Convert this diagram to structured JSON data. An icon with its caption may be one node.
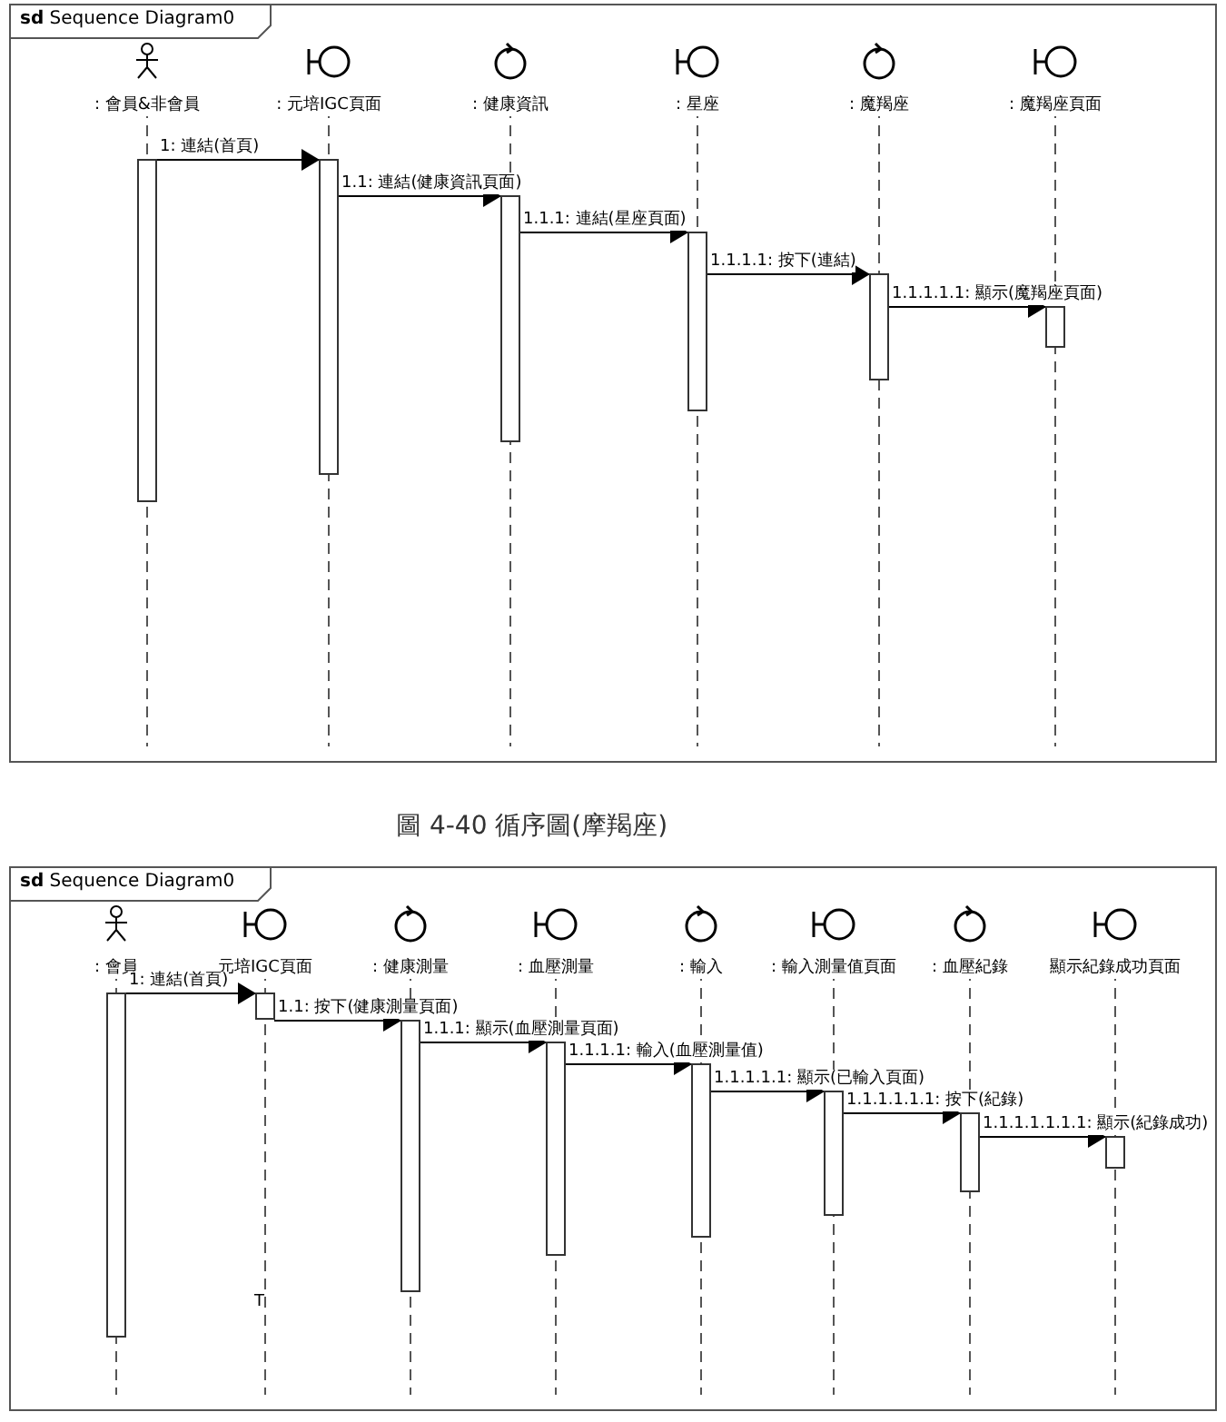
{
  "diagram": {
    "caption": "圖 4-40 循序圖(摩羯座)",
    "nodes": [
      {
        "text": [
          "**sd** Sequence Diagram0"
        ]
      },
      {
        "text": [
          ": 會員&非會員"
        ],
        "in": 0
      },
      {
        "text": [
          ": 元培IGC頁面"
        ],
        "in": 0
      },
      {
        "text": [
          ": 健康資訊"
        ],
        "in": 0
      },
      {
        "text": [
          ": 星座"
        ],
        "in": 0
      },
      {
        "text": [
          ": 魔羯座"
        ],
        "in": 0
      },
      {
        "text": [
          ": 魔羯座頁面"
        ],
        "in": 0
      },
      {
        "text": [
          "**sd** Sequence Diagram0"
        ]
      },
      {
        "text": [
          ": 會員"
        ],
        "in": 7
      },
      {
        "text": [
          "元培IGC頁面"
        ],
        "in": 7
      },
      {
        "text": [
          ": 健康測量"
        ],
        "in": 7
      },
      {
        "text": [
          ": 血壓測量"
        ],
        "in": 7
      },
      {
        "text": [
          ": 輸入"
        ],
        "in": 7
      },
      {
        "text": [
          ": 輸入測量值頁面"
        ],
        "in": 7
      },
      {
        "text": [
          ": 血壓紀錄"
        ],
        "in": 7
      },
      {
        "text": [
          "顯示紀錄成功頁面"
        ],
        "in": 7
      }
    ],
    "edges": [
      {
        "from": 1,
        "to": 2,
        "arrow": "to",
        "label": "1: 連結(首頁)"
      },
      {
        "from": 2,
        "to": 3,
        "arrow": "to",
        "label": "1.1: 連結(健康資訊頁面)"
      },
      {
        "from": 3,
        "to": 4,
        "arrow": "to",
        "label": "1.1.1: 連結(星座頁面)"
      },
      {
        "from": 4,
        "to": 5,
        "arrow": "to",
        "label": "1.1.1.1: 按下(連結)"
      },
      {
        "from": 5,
        "to": 6,
        "arrow": "to",
        "label": "1.1.1.1.1: 顯示(魔羯座頁面)"
      },
      {
        "from": 8,
        "to": 9,
        "arrow": "to",
        "label": "1: 連結(首頁)"
      },
      {
        "from": 9,
        "to": 10,
        "arrow": "to",
        "label": "1.1: 按下(健康測量頁面)"
      },
      {
        "from": 10,
        "to": 11,
        "arrow": "to",
        "label": "1.1.1: 顯示(血壓測量頁面)"
      },
      {
        "from": 11,
        "to": 12,
        "arrow": "to",
        "label": "1.1.1.1: 輸入(血壓測量值)"
      },
      {
        "from": 12,
        "to": 13,
        "arrow": "to",
        "label": "1.1.1.1.1: 顯示(已輸入頁面)"
      },
      {
        "from": 13,
        "to": 14,
        "arrow": "to",
        "label": "1.1.1.1.1.1: 按下(紀錄)"
      },
      {
        "from": 14,
        "to": 15,
        "arrow": "to",
        "label": "1.1.1.1.1.1.1: 顯示(紀錄成功)"
      }
    ],
    "labels": [
      "T"
    ]
  }
}
